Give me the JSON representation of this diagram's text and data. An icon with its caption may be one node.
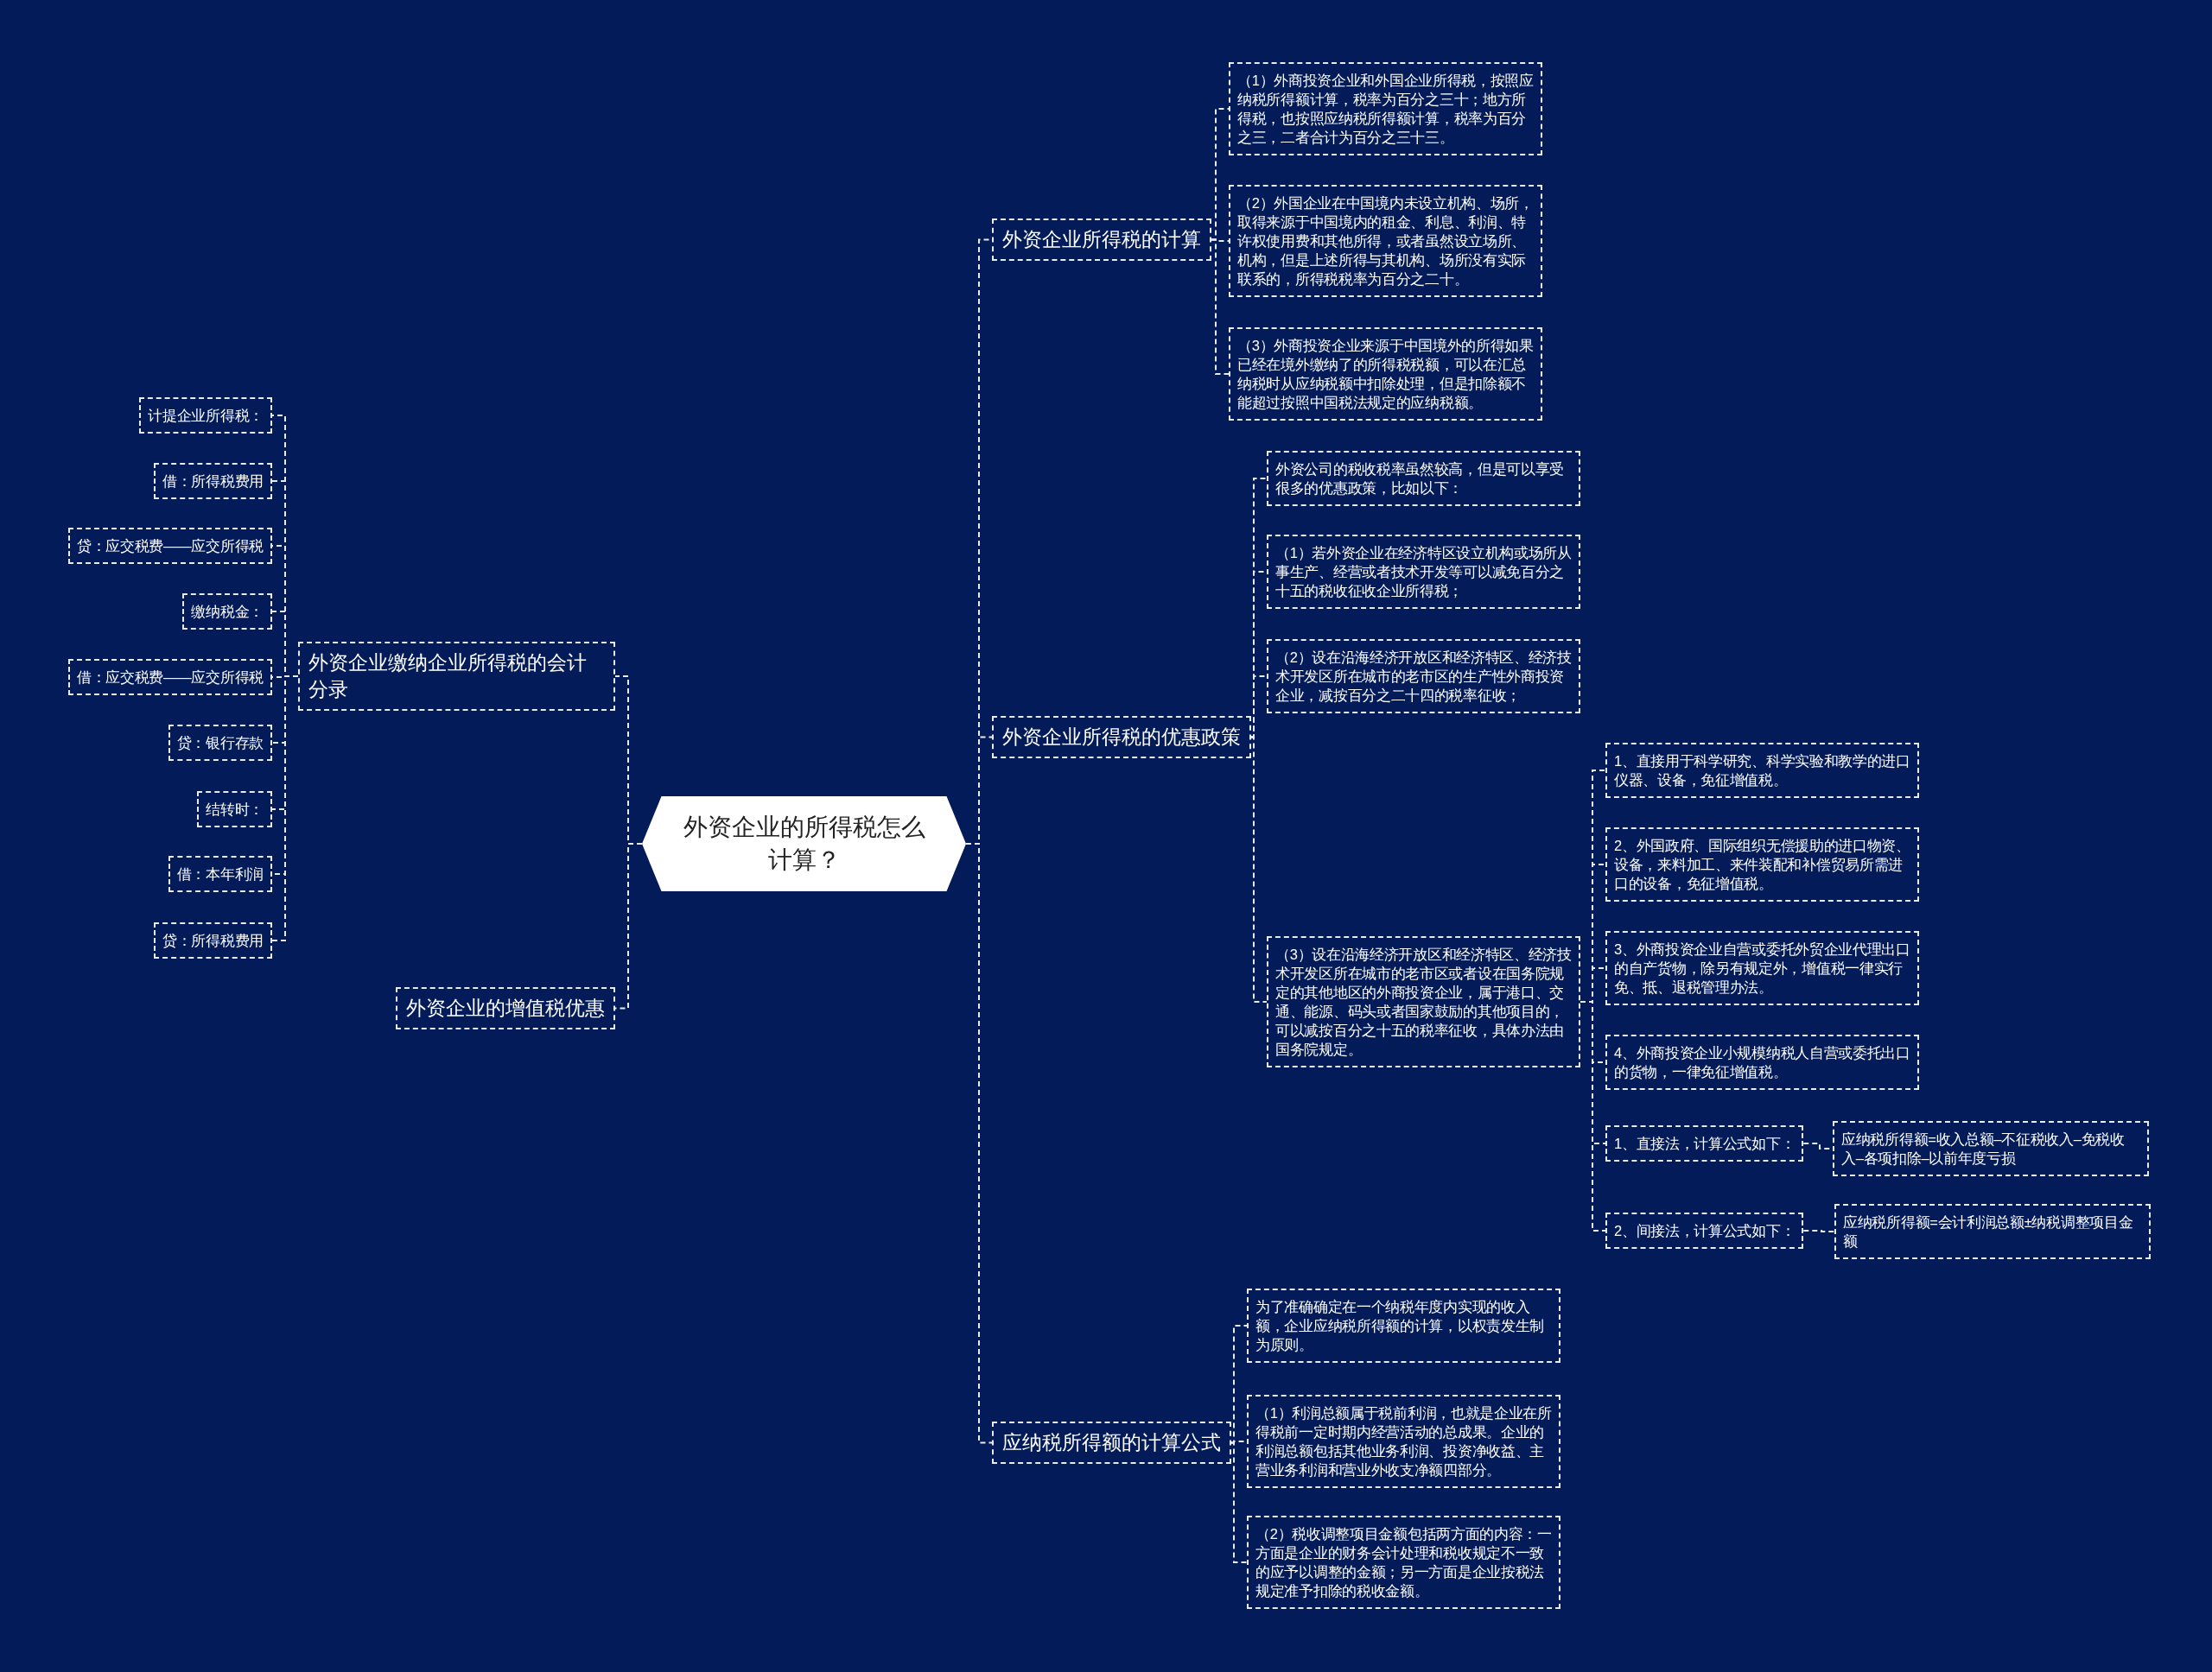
{
  "diagram": {
    "nodes": [
      {
        "text": [
          "外资企业的所得税怎么计算？"
        ]
      },
      {
        "text": [
          "外资企业所得税的计算"
        ]
      },
      {
        "text": [
          "（1）外商投资企业和外国企业所得税，按照应纳税所得额计算，税率为百分之三十；地方所得税，也按照应纳税所得额计算，税率为百分之三，二者合计为百分之三十三。"
        ]
      },
      {
        "text": [
          "（2）外国企业在中国境内未设立机构、场所，取得来源于中国境内的租金、利息、利润、特许权使用费和其他所得，或者虽然设立场所、机构，但是上述所得与其机构、场所没有实际联系的，所得税税率为百分之二十。"
        ]
      },
      {
        "text": [
          "（3）外商投资企业来源于中国境外的所得如果已经在境外缴纳了的所得税税额，可以在汇总纳税时从应纳税额中扣除处理，但是扣除额不能超过按照中国税法规定的应纳税额。"
        ]
      },
      {
        "text": [
          "外资企业所得税的优惠政策"
        ]
      },
      {
        "text": [
          "外资公司的税收税率虽然较高，但是可以享受很多的优惠政策，比如以下："
        ]
      },
      {
        "text": [
          "（1）若外资企业在经济特区设立机构或场所从事生产、经营或者技术开发等可以减免百分之十五的税收征收企业所得税；"
        ]
      },
      {
        "text": [
          "（2）设在沿海经济开放区和经济特区、经济技术开发区所在城市的老市区的生产性外商投资企业，减按百分之二十四的税率征收；"
        ]
      },
      {
        "text": [
          "（3）设在沿海经济开放区和经济特区、经济技术开发区所在城市的老市区或者设在国务院规定的其他地区的外商投资企业，属于港口、交通、能源、码头或者国家鼓励的其他项目的，可以减按百分之十五的税率征收，具体办法由国务院规定。"
        ]
      },
      {
        "text": [
          "1、直接用于科学研究、科学实验和教学的进口仪器、设备，免征增值税。"
        ]
      },
      {
        "text": [
          "2、外国政府、国际组织无偿援助的进口物资、设备，来料加工、来件装配和补偿贸易所需进口的设备，免征增值税。"
        ]
      },
      {
        "text": [
          "3、外商投资企业自营或委托外贸企业代理出口的自产货物，除另有规定外，增值税一律实行免、抵、退税管理办法。"
        ]
      },
      {
        "text": [
          "4、外商投资企业小规模纳税人自营或委托出口的货物，一律免征增值税。"
        ]
      },
      {
        "text": [
          "1、直接法，计算公式如下："
        ]
      },
      {
        "text": [
          "应纳税所得额=收入总额–不征税收入–免税收入–各项扣除–以前年度亏损"
        ]
      },
      {
        "text": [
          "2、间接法，计算公式如下："
        ]
      },
      {
        "text": [
          "应纳税所得额=会计利润总额±纳税调整项目金额"
        ]
      },
      {
        "text": [
          "应纳税所得额的计算公式"
        ]
      },
      {
        "text": [
          "为了准确确定在一个纳税年度内实现的收入额，企业应纳税所得额的计算，以权责发生制为原则。"
        ]
      },
      {
        "text": [
          "（1）利润总额属于税前利润，也就是企业在所得税前一定时期内经营活动的总成果。企业的利润总额包括其他业务利润、投资净收益、主营业务利润和营业外收支净额四部分。"
        ]
      },
      {
        "text": [
          "（2）税收调整项目金额包括两方面的内容：一方面是企业的财务会计处理和税收规定不一致的应予以调整的金额；另一方面是企业按税法规定准予扣除的税收金额。"
        ]
      },
      {
        "text": [
          "外资企业缴纳企业所得税的会计分录"
        ]
      },
      {
        "text": [
          "计提企业所得税："
        ]
      },
      {
        "text": [
          "借：所得税费用"
        ]
      },
      {
        "text": [
          "贷：应交税费——应交所得税"
        ]
      },
      {
        "text": [
          "缴纳税金："
        ]
      },
      {
        "text": [
          "借：应交税费——应交所得税"
        ]
      },
      {
        "text": [
          "贷：银行存款"
        ]
      },
      {
        "text": [
          "结转时："
        ]
      },
      {
        "text": [
          "借：本年利润"
        ]
      },
      {
        "text": [
          "贷：所得税费用"
        ]
      },
      {
        "text": [
          "外资企业的增值税优惠"
        ]
      }
    ],
    "edges": [
      {
        "from": 0,
        "to": 1,
        "arrow": "none"
      },
      {
        "from": 1,
        "to": 2,
        "arrow": "none"
      },
      {
        "from": 1,
        "to": 3,
        "arrow": "none"
      },
      {
        "from": 1,
        "to": 4,
        "arrow": "none"
      },
      {
        "from": 0,
        "to": 5,
        "arrow": "none"
      },
      {
        "from": 5,
        "to": 6,
        "arrow": "none"
      },
      {
        "from": 5,
        "to": 7,
        "arrow": "none"
      },
      {
        "from": 5,
        "to": 8,
        "arrow": "none"
      },
      {
        "from": 5,
        "to": 9,
        "arrow": "none"
      },
      {
        "from": 9,
        "to": 10,
        "arrow": "none"
      },
      {
        "from": 9,
        "to": 11,
        "arrow": "none"
      },
      {
        "from": 9,
        "to": 12,
        "arrow": "none"
      },
      {
        "from": 9,
        "to": 13,
        "arrow": "none"
      },
      {
        "from": 9,
        "to": 14,
        "arrow": "none"
      },
      {
        "from": 14,
        "to": 15,
        "arrow": "none"
      },
      {
        "from": 9,
        "to": 16,
        "arrow": "none"
      },
      {
        "from": 16,
        "to": 17,
        "arrow": "none"
      },
      {
        "from": 0,
        "to": 18,
        "arrow": "none"
      },
      {
        "from": 18,
        "to": 19,
        "arrow": "none"
      },
      {
        "from": 18,
        "to": 20,
        "arrow": "none"
      },
      {
        "from": 18,
        "to": 21,
        "arrow": "none"
      },
      {
        "from": 0,
        "to": 22,
        "arrow": "none"
      },
      {
        "from": 22,
        "to": 23,
        "arrow": "none"
      },
      {
        "from": 22,
        "to": 24,
        "arrow": "none"
      },
      {
        "from": 22,
        "to": 25,
        "arrow": "none"
      },
      {
        "from": 22,
        "to": 26,
        "arrow": "none"
      },
      {
        "from": 22,
        "to": 27,
        "arrow": "none"
      },
      {
        "from": 22,
        "to": 28,
        "arrow": "none"
      },
      {
        "from": 22,
        "to": 29,
        "arrow": "none"
      },
      {
        "from": 22,
        "to": 30,
        "arrow": "none"
      },
      {
        "from": 22,
        "to": 31,
        "arrow": "none"
      },
      {
        "from": 0,
        "to": 32,
        "arrow": "none"
      }
    ]
  }
}
